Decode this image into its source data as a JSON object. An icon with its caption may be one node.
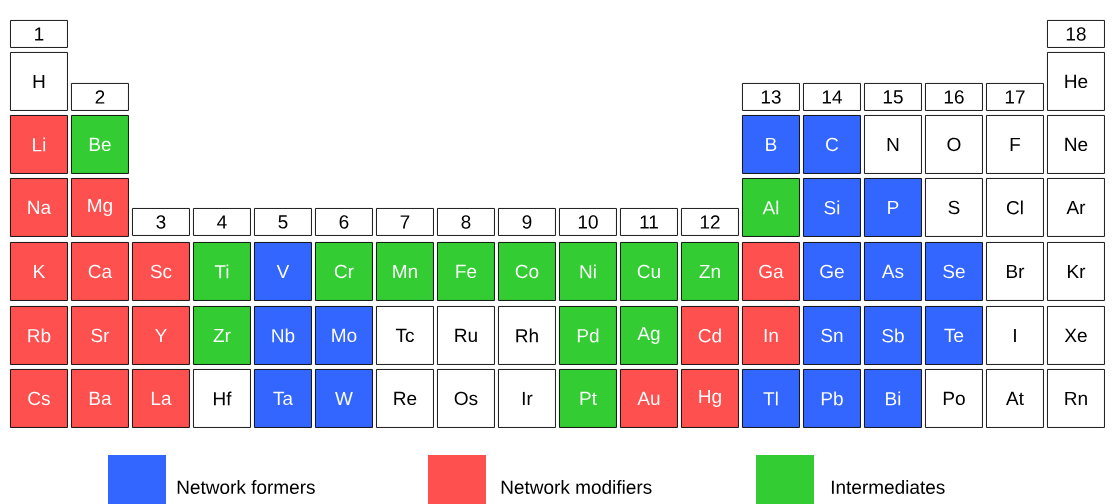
{
  "diagram": {
    "nodes": [
      {
        "text": [
          "1"
        ]
      },
      {
        "text": [
          "18"
        ]
      },
      {
        "text": [
          "H"
        ]
      },
      {
        "text": [
          "He"
        ]
      },
      {
        "text": [
          "2"
        ]
      },
      {
        "text": [
          "13"
        ]
      },
      {
        "text": [
          "14"
        ]
      },
      {
        "text": [
          "15"
        ]
      },
      {
        "text": [
          "16"
        ]
      },
      {
        "text": [
          "17"
        ]
      },
      {
        "text": [
          "Li"
        ]
      },
      {
        "text": [
          "Be"
        ]
      },
      {
        "text": [
          "B"
        ]
      },
      {
        "text": [
          "C"
        ]
      },
      {
        "text": [
          "N"
        ]
      },
      {
        "text": [
          "O"
        ]
      },
      {
        "text": [
          "F"
        ]
      },
      {
        "text": [
          "Ne"
        ]
      },
      {
        "text": [
          "Na"
        ]
      },
      {
        "text": [
          "Mg"
        ]
      },
      {
        "text": [
          "Al"
        ]
      },
      {
        "text": [
          "Si"
        ]
      },
      {
        "text": [
          "P"
        ]
      },
      {
        "text": [
          "S"
        ]
      },
      {
        "text": [
          "Cl"
        ]
      },
      {
        "text": [
          "Ar"
        ]
      },
      {
        "text": [
          "3"
        ]
      },
      {
        "text": [
          "4"
        ]
      },
      {
        "text": [
          "5"
        ]
      },
      {
        "text": [
          "6"
        ]
      },
      {
        "text": [
          "7"
        ]
      },
      {
        "text": [
          "8"
        ]
      },
      {
        "text": [
          "9"
        ]
      },
      {
        "text": [
          "10"
        ]
      },
      {
        "text": [
          "11"
        ]
      },
      {
        "text": [
          "12"
        ]
      },
      {
        "text": [
          "K"
        ]
      },
      {
        "text": [
          "Ca"
        ]
      },
      {
        "text": [
          "Sc"
        ]
      },
      {
        "text": [
          "Ti"
        ]
      },
      {
        "text": [
          "V"
        ]
      },
      {
        "text": [
          "Cr"
        ]
      },
      {
        "text": [
          "Mn"
        ]
      },
      {
        "text": [
          "Fe"
        ]
      },
      {
        "text": [
          "Co"
        ]
      },
      {
        "text": [
          "Ni"
        ]
      },
      {
        "text": [
          "Cu"
        ]
      },
      {
        "text": [
          "Zn"
        ]
      },
      {
        "text": [
          "Ga"
        ]
      },
      {
        "text": [
          "Ge"
        ]
      },
      {
        "text": [
          "As"
        ]
      },
      {
        "text": [
          "Se"
        ]
      },
      {
        "text": [
          "Br"
        ]
      },
      {
        "text": [
          "Kr"
        ]
      },
      {
        "text": [
          "Rb"
        ]
      },
      {
        "text": [
          "Sr"
        ]
      },
      {
        "text": [
          "Y"
        ]
      },
      {
        "text": [
          "Zr"
        ]
      },
      {
        "text": [
          "Nb"
        ]
      },
      {
        "text": [
          "Mo"
        ]
      },
      {
        "text": [
          "Tc"
        ]
      },
      {
        "text": [
          "Ru"
        ]
      },
      {
        "text": [
          "Rh"
        ]
      },
      {
        "text": [
          "Pd"
        ]
      },
      {
        "text": [
          "Ag"
        ]
      },
      {
        "text": [
          "Cd"
        ]
      },
      {
        "text": [
          "In"
        ]
      },
      {
        "text": [
          "Sn"
        ]
      },
      {
        "text": [
          "Sb"
        ]
      },
      {
        "text": [
          "Te"
        ]
      },
      {
        "text": [
          "I"
        ]
      },
      {
        "text": [
          "Xe"
        ]
      },
      {
        "text": [
          "Cs"
        ]
      },
      {
        "text": [
          "Ba"
        ]
      },
      {
        "text": [
          "La"
        ]
      },
      {
        "text": [
          "Hf"
        ]
      },
      {
        "text": [
          "Ta"
        ]
      },
      {
        "text": [
          "W"
        ]
      },
      {
        "text": [
          "Re"
        ]
      },
      {
        "text": [
          "Os"
        ]
      },
      {
        "text": [
          "Ir"
        ]
      },
      {
        "text": [
          "Pt"
        ]
      },
      {
        "text": [
          "Au"
        ]
      },
      {
        "text": [
          "Hg"
        ]
      },
      {
        "text": [
          "Tl"
        ]
      },
      {
        "text": [
          "Pb"
        ]
      },
      {
        "text": [
          "Bi"
        ]
      },
      {
        "text": [
          "Po"
        ]
      },
      {
        "text": [
          "At"
        ]
      },
      {
        "text": [
          "Rn"
        ]
      }
    ],
    "legend": [
      {
        "text": "Network formers",
        "color": "#3366ff"
      },
      {
        "text": "Network modifiers",
        "color": "#ff5050"
      },
      {
        "text": "Intermediates",
        "color": "#33cc33"
      }
    ]
  }
}
